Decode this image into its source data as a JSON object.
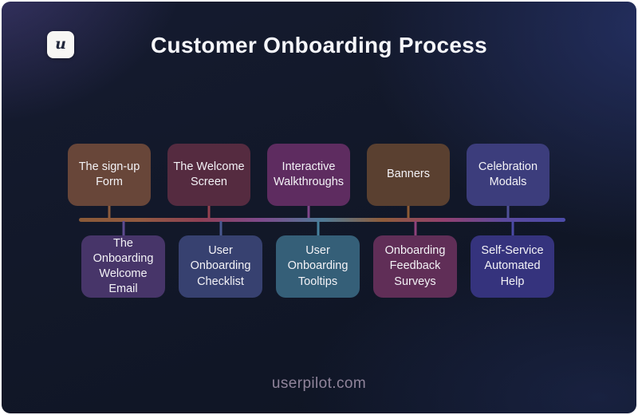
{
  "header": {
    "logo_letter": "u",
    "title": "Customer Onboarding Process"
  },
  "footer": {
    "site": "userpilot.com"
  },
  "theme": {
    "canvas_background": "#131a2e",
    "frame_border": "#ffffff",
    "title_color": "#f6f7fb",
    "footer_color": "#90849b",
    "timeline_gradient": [
      "#8a5a38",
      "#925a40",
      "#8f4055",
      "#7e4a8c",
      "#4f7a96",
      "#8f5c3a",
      "#93406f",
      "#5b4a9e",
      "#4b4ba8"
    ]
  },
  "diagram": {
    "top_row": [
      {
        "label": "The sign-up Form",
        "color": "#684639",
        "stem_color": "#8a5a3c"
      },
      {
        "label": "The Welcome Screen",
        "color": "#552b40",
        "stem_color": "#93414f"
      },
      {
        "label": "Interactive Walkthroughs",
        "color": "#5e2c60",
        "stem_color": "#7f4589"
      },
      {
        "label": "Banners",
        "color": "#5a4030",
        "stem_color": "#8c5a34"
      },
      {
        "label": "Celebration Modals",
        "color": "#3c3d7c",
        "stem_color": "#4f5098"
      }
    ],
    "bottom_row": [
      {
        "label": "The Onboarding Welcome Email",
        "color": "#473569",
        "stem_color": "#5e4b90"
      },
      {
        "label": "User Onboarding Checklist",
        "color": "#374170",
        "stem_color": "#4a5991"
      },
      {
        "label": "User Onboarding Tooltips",
        "color": "#355f78",
        "stem_color": "#47819d"
      },
      {
        "label": "Onboarding Feedback Surveys",
        "color": "#602e57",
        "stem_color": "#8e417b"
      },
      {
        "label": "Self-Service Automated Help",
        "color": "#35337d",
        "stem_color": "#4b4aa6"
      }
    ]
  }
}
